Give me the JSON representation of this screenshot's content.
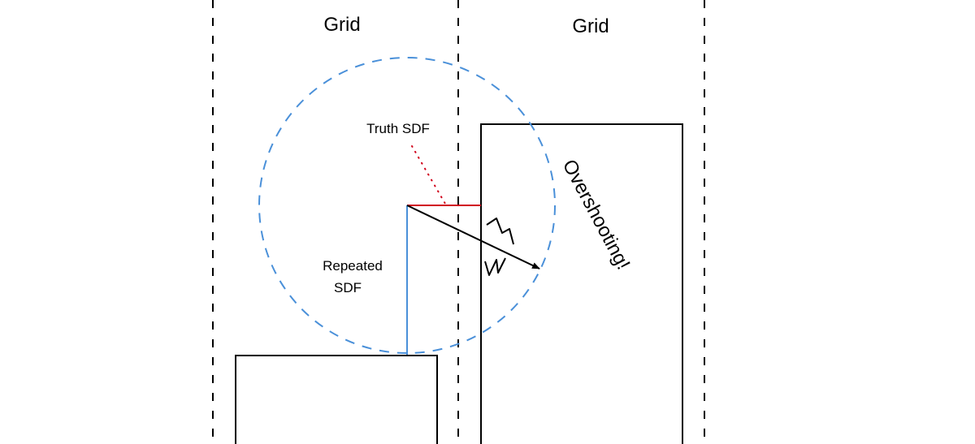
{
  "diagram": {
    "grid_labels": [
      "Grid",
      "Grid"
    ],
    "truth_sdf_label": "Truth SDF",
    "repeated_sdf_label_line1": "Repeated",
    "repeated_sdf_label_line2": "SDF",
    "overshooting_label": "Overshooting!",
    "colors": {
      "grid_line": "#000000",
      "circle": "#4a90d9",
      "truth_sdf": "#d0021b",
      "repeated_sdf": "#4a90d9",
      "object": "#000000",
      "ray": "#000000"
    }
  }
}
